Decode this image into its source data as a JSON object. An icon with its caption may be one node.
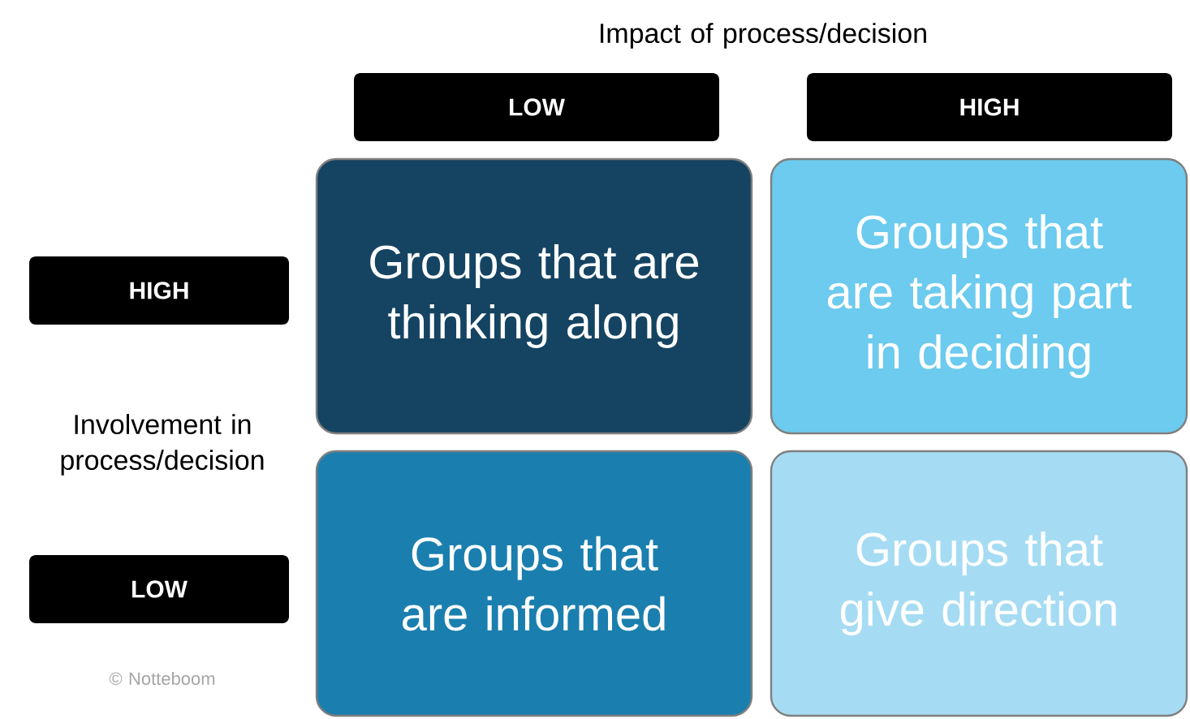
{
  "diagram": {
    "nodes": [
      {
        "text": [
          "LOW"
        ]
      },
      {
        "text": [
          "HIGH"
        ]
      },
      {
        "text": [
          "HIGH"
        ]
      },
      {
        "text": [
          "Groups that are thinking along"
        ]
      },
      {
        "text": [
          "Groups that are taking part in deciding"
        ]
      },
      {
        "text": [
          "Groups that are informed"
        ]
      },
      {
        "text": [
          "Groups that give direction"
        ]
      },
      {
        "text": [
          "LOW"
        ]
      }
    ],
    "labels": [
      "Impact of process/decision",
      "Involvement in process/decision",
      "© Notteboom"
    ]
  }
}
